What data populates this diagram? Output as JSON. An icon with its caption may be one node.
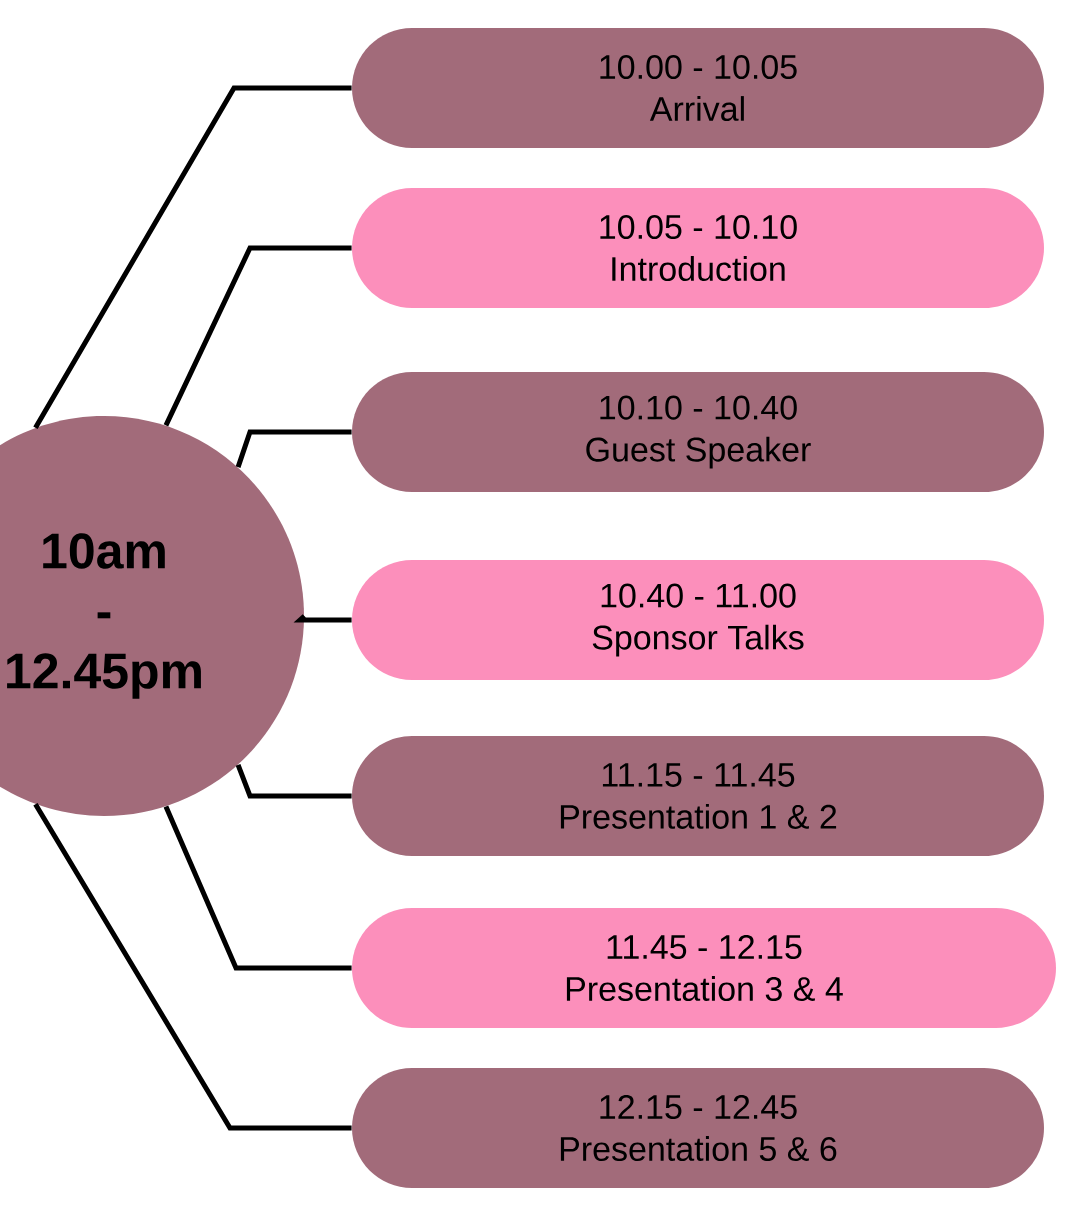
{
  "diagram": {
    "nodes": [
      {
        "text": [
          "10am - 12.45pm"
        ]
      },
      {
        "text": [
          "10.00 - 10.05",
          "Arrival"
        ]
      },
      {
        "text": [
          "10.05 - 10.10",
          "Introduction"
        ]
      },
      {
        "text": [
          "10.10 - 10.40",
          "Guest Speaker"
        ]
      },
      {
        "text": [
          "10.40 - 11.00",
          "Sponsor Talks"
        ]
      },
      {
        "text": [
          "11.15 - 11.45",
          "Presentation 1 & 2"
        ]
      },
      {
        "text": [
          "11.45 - 12.15",
          "Presentation 3 & 4"
        ]
      },
      {
        "text": [
          "12.15 - 12.45",
          "Presentation 5 & 6"
        ]
      }
    ],
    "edges": [
      {
        "from": 0,
        "to": 1,
        "arrow": "none"
      },
      {
        "from": 0,
        "to": 2,
        "arrow": "none"
      },
      {
        "from": 0,
        "to": 3,
        "arrow": "none"
      },
      {
        "from": 0,
        "to": 4,
        "arrow": "none"
      },
      {
        "from": 0,
        "to": 5,
        "arrow": "none"
      },
      {
        "from": 0,
        "to": 6,
        "arrow": "none"
      },
      {
        "from": 0,
        "to": 7,
        "arrow": "none"
      }
    ]
  }
}
